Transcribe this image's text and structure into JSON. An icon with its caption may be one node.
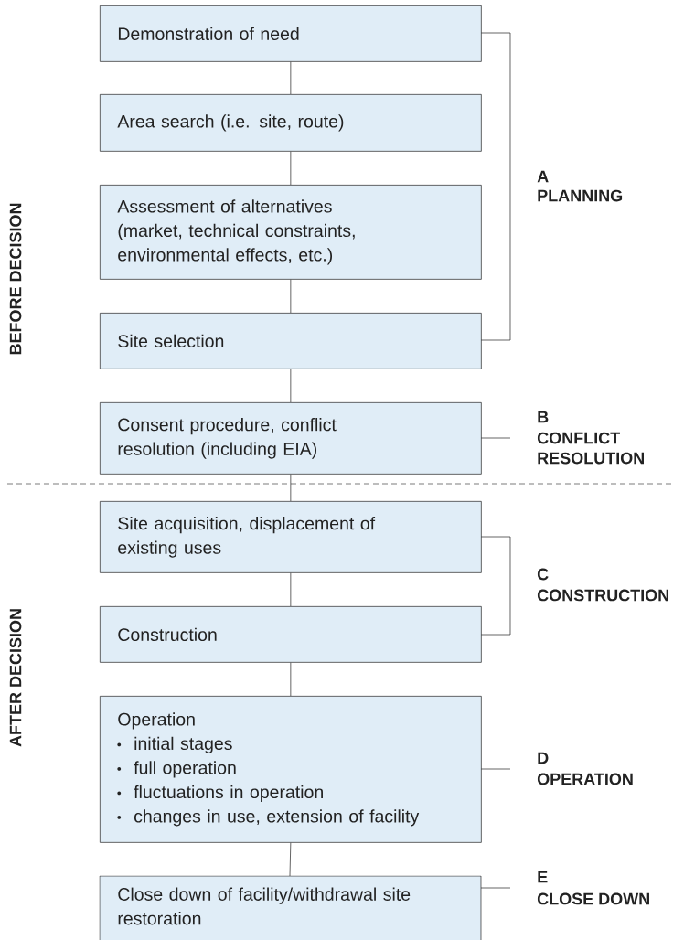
{
  "diagram": {
    "nodes": [
      {
        "text": [
          "Demonstration of need"
        ]
      },
      {
        "text": [
          "Area search (i.e. site, route)"
        ]
      },
      {
        "text": [
          "Assessment of alternatives (market, technical constraints, environmental effects, etc.)"
        ]
      },
      {
        "text": [
          "Site selection"
        ]
      },
      {
        "text": [
          "Consent procedure, conflict resolution (including EIA)"
        ]
      },
      {
        "text": [
          "Site acquisition, displacement of existing uses"
        ]
      },
      {
        "text": [
          "Construction"
        ]
      },
      {
        "text": [
          "Operation",
          "initial stages",
          "full operation",
          "fluctuations in operation",
          "changes in use, extension of facility"
        ]
      },
      {
        "text": [
          "Close down of facility/withdrawal site restoration"
        ]
      }
    ],
    "edges": [
      {
        "from": 0,
        "to": 1,
        "arrow": "none"
      },
      {
        "from": 1,
        "to": 2,
        "arrow": "none"
      },
      {
        "from": 2,
        "to": 3,
        "arrow": "none"
      },
      {
        "from": 3,
        "to": 4,
        "arrow": "none"
      },
      {
        "from": 4,
        "to": 5,
        "arrow": "none"
      },
      {
        "from": 5,
        "to": 6,
        "arrow": "none"
      },
      {
        "from": 6,
        "to": 7,
        "arrow": "none"
      },
      {
        "from": 7,
        "to": 8,
        "arrow": "none"
      }
    ],
    "labels": [
      "BEFORE DECISION",
      "A",
      "PLANNING",
      "B",
      "CONFLICT RESOLUTION",
      "AFTER DECISION",
      "C",
      "CONSTRUCTION",
      "D",
      "OPERATION",
      "E",
      "CLOSE DOWN"
    ]
  }
}
